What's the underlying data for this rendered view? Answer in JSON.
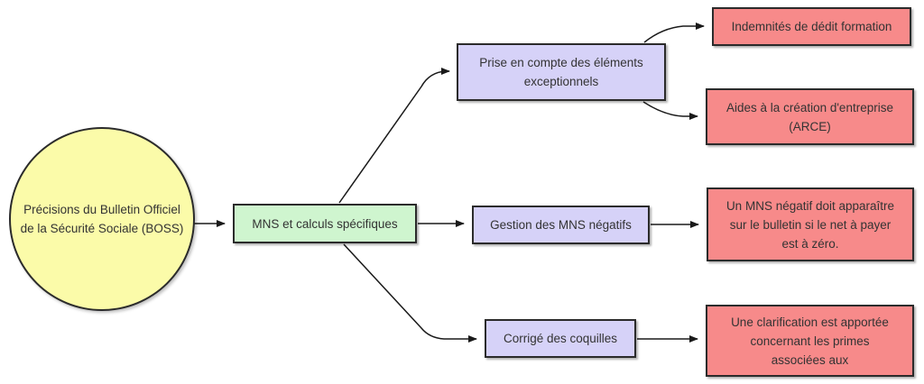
{
  "diagram": {
    "colors": {
      "root_fill": "#FBFBA9",
      "topic_fill": "#CFF5CF",
      "branch_fill": "#D6D2F8",
      "leaf_fill": "#F78A8A",
      "node_border": "#2B2B2B",
      "edge_stroke": "#1A1A1A",
      "text": "#333333",
      "background": "#FFFFFF"
    },
    "nodes": {
      "root": {
        "label": "Précisions du Bulletin Officiel\nde la Sécurité Sociale (BOSS)"
      },
      "topic": {
        "label": "MNS et calculs spécifiques"
      },
      "branch_exceptional": {
        "label": "Prise en compte des éléments\nexceptionnels"
      },
      "branch_negative_mns": {
        "label": "Gestion des MNS négatifs"
      },
      "branch_typos": {
        "label": "Corrigé des coquilles"
      },
      "leaf_dedit": {
        "label": "Indemnités de dédit formation"
      },
      "leaf_arce": {
        "label": "Aides à la création d'entreprise\n(ARCE)"
      },
      "leaf_negative_detail": {
        "label": "Un MNS négatif doit apparaître\nsur le bulletin si le net à payer\nest à zéro."
      },
      "leaf_primes": {
        "label": "Une clarification est apportée\nconcernant les primes\nassociées aux"
      }
    },
    "edges": [
      {
        "from": "root",
        "to": "topic"
      },
      {
        "from": "topic",
        "to": "branch_exceptional"
      },
      {
        "from": "topic",
        "to": "branch_negative_mns"
      },
      {
        "from": "topic",
        "to": "branch_typos"
      },
      {
        "from": "branch_exceptional",
        "to": "leaf_dedit"
      },
      {
        "from": "branch_exceptional",
        "to": "leaf_arce"
      },
      {
        "from": "branch_negative_mns",
        "to": "leaf_negative_detail"
      },
      {
        "from": "branch_typos",
        "to": "leaf_primes"
      }
    ]
  }
}
